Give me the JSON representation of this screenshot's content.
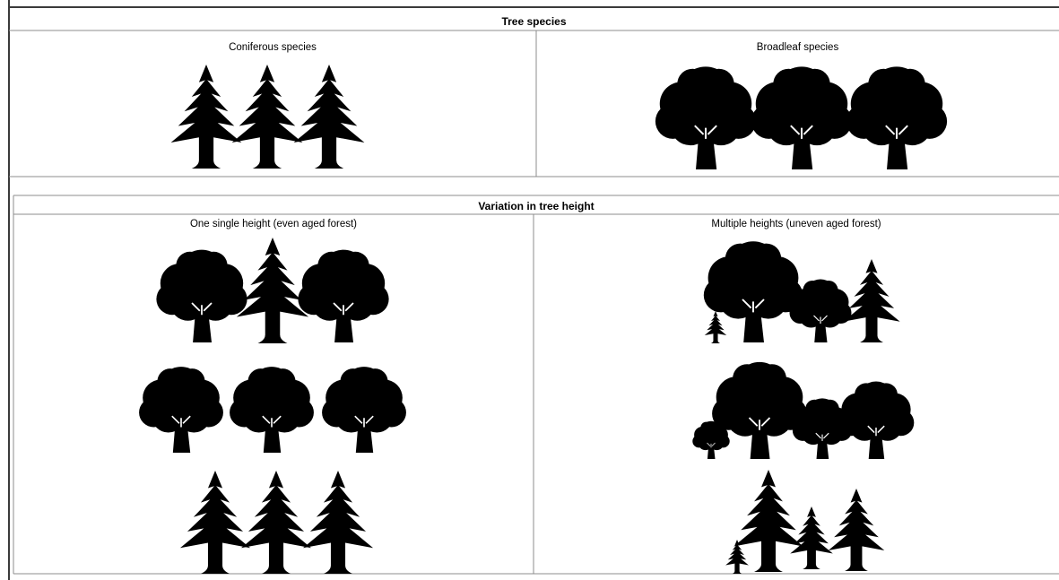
{
  "sections": {
    "species": {
      "title": "Tree species",
      "left_label": "Coniferous species",
      "right_label": "Broadleaf species"
    },
    "height": {
      "title": "Variation in tree height",
      "left_label": "One single height (even aged forest)",
      "right_label": "Multiple heights (uneven aged forest)"
    }
  },
  "colors": {
    "border": "#8c8c8c",
    "frame": "#3a3a3a",
    "tree": "#000000"
  },
  "icons": {
    "conifer": "conifer-tree-icon",
    "broadleaf": "broadleaf-tree-icon"
  }
}
